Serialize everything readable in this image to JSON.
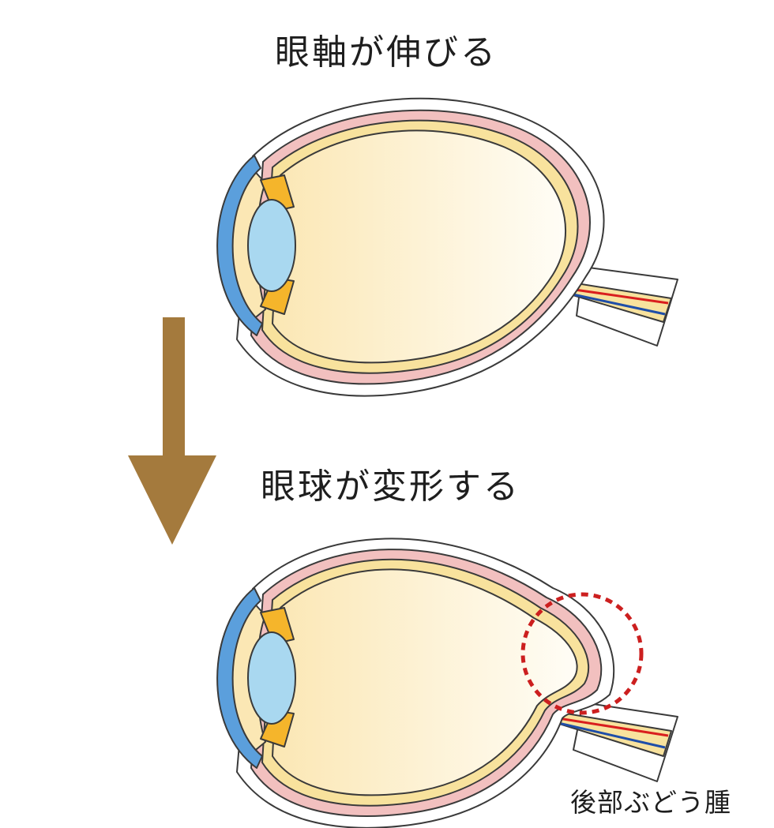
{
  "titles": {
    "top": "眼軸が伸びる",
    "bottom": "眼球が変形する"
  },
  "labels": {
    "posterior_staphyloma": "後部ぶどう腫"
  },
  "colors": {
    "arrow": "#a47a3d",
    "highlight_circle": "#cc1f1f",
    "sclera_outline": "#3a3a3a",
    "choroid": "#f2c0bf",
    "retina": "#f8e29d",
    "vitreous": "#fdf6dc",
    "cornea": "#5b9fdc",
    "lens": "#a9d8f0",
    "iris": "#f5b52b",
    "artery": "#d91e1e",
    "vein": "#1f4ea8"
  }
}
